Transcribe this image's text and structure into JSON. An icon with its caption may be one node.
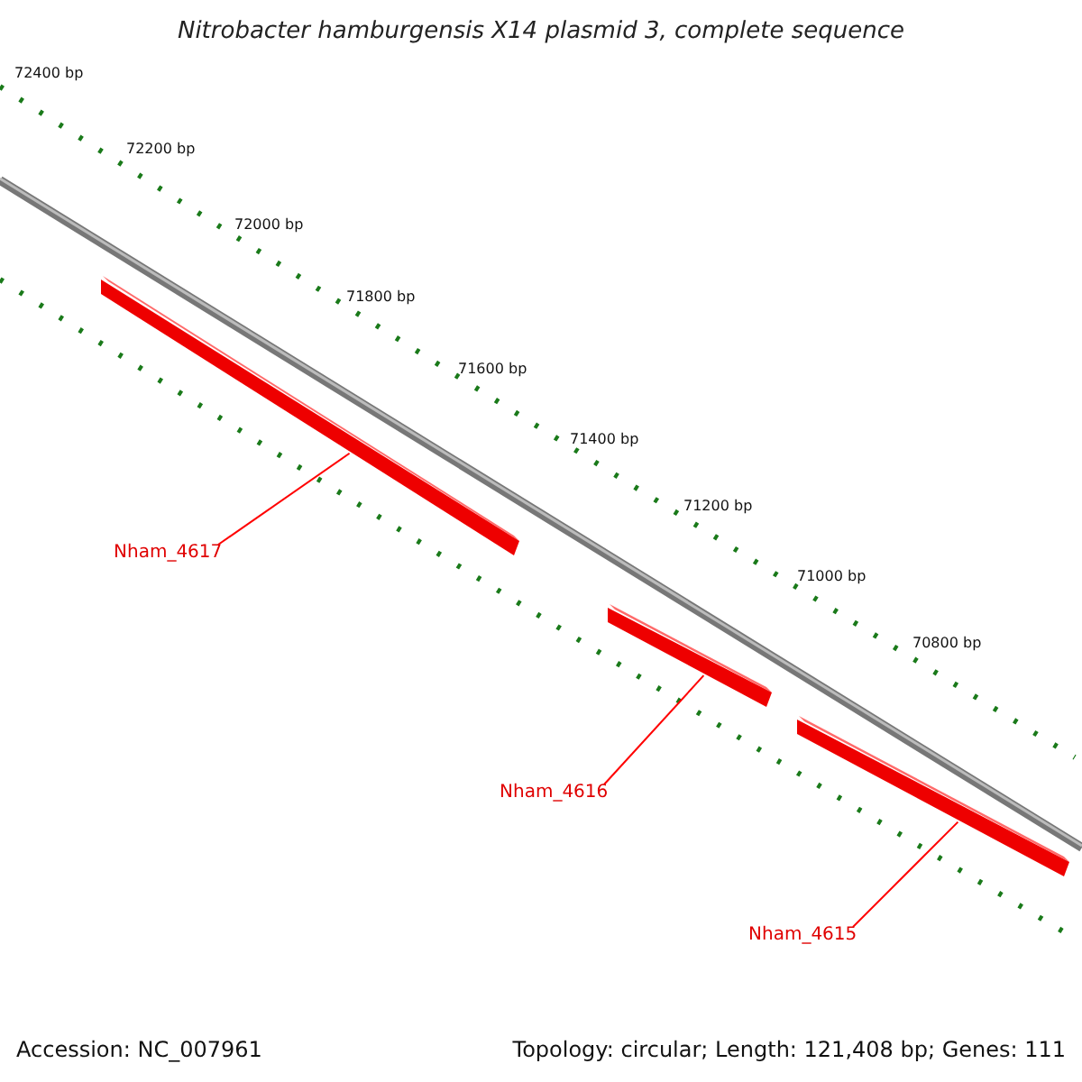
{
  "diagram": {
    "title": "Nitrobacter hamburgensis X14 plasmid 3, complete sequence",
    "nodes": [
      {
        "text": [
          "Nham_4617"
        ]
      },
      {
        "text": [],
        "shape": "bar"
      },
      {
        "text": [
          "Nham_4616"
        ]
      },
      {
        "text": [],
        "shape": "bar"
      },
      {
        "text": [
          "Nham_4615"
        ]
      },
      {
        "text": [],
        "shape": "bar"
      }
    ],
    "edges": [
      {
        "from": 0,
        "to": 1,
        "arrow": "none",
        "color": "#ff0000"
      },
      {
        "from": 2,
        "to": 3,
        "arrow": "none",
        "color": "#ff0000"
      },
      {
        "from": 4,
        "to": 5,
        "arrow": "none",
        "color": "#ff0000"
      }
    ],
    "labels": [
      "72400 bp",
      "72200 bp",
      "72000 bp",
      "71800 bp",
      "71600 bp",
      "71400 bp",
      "71200 bp",
      "71000 bp",
      "70800 bp",
      "Accession: NC_007961",
      "Topology: circular; Length: 121,408 bp; Genes: 111"
    ]
  }
}
